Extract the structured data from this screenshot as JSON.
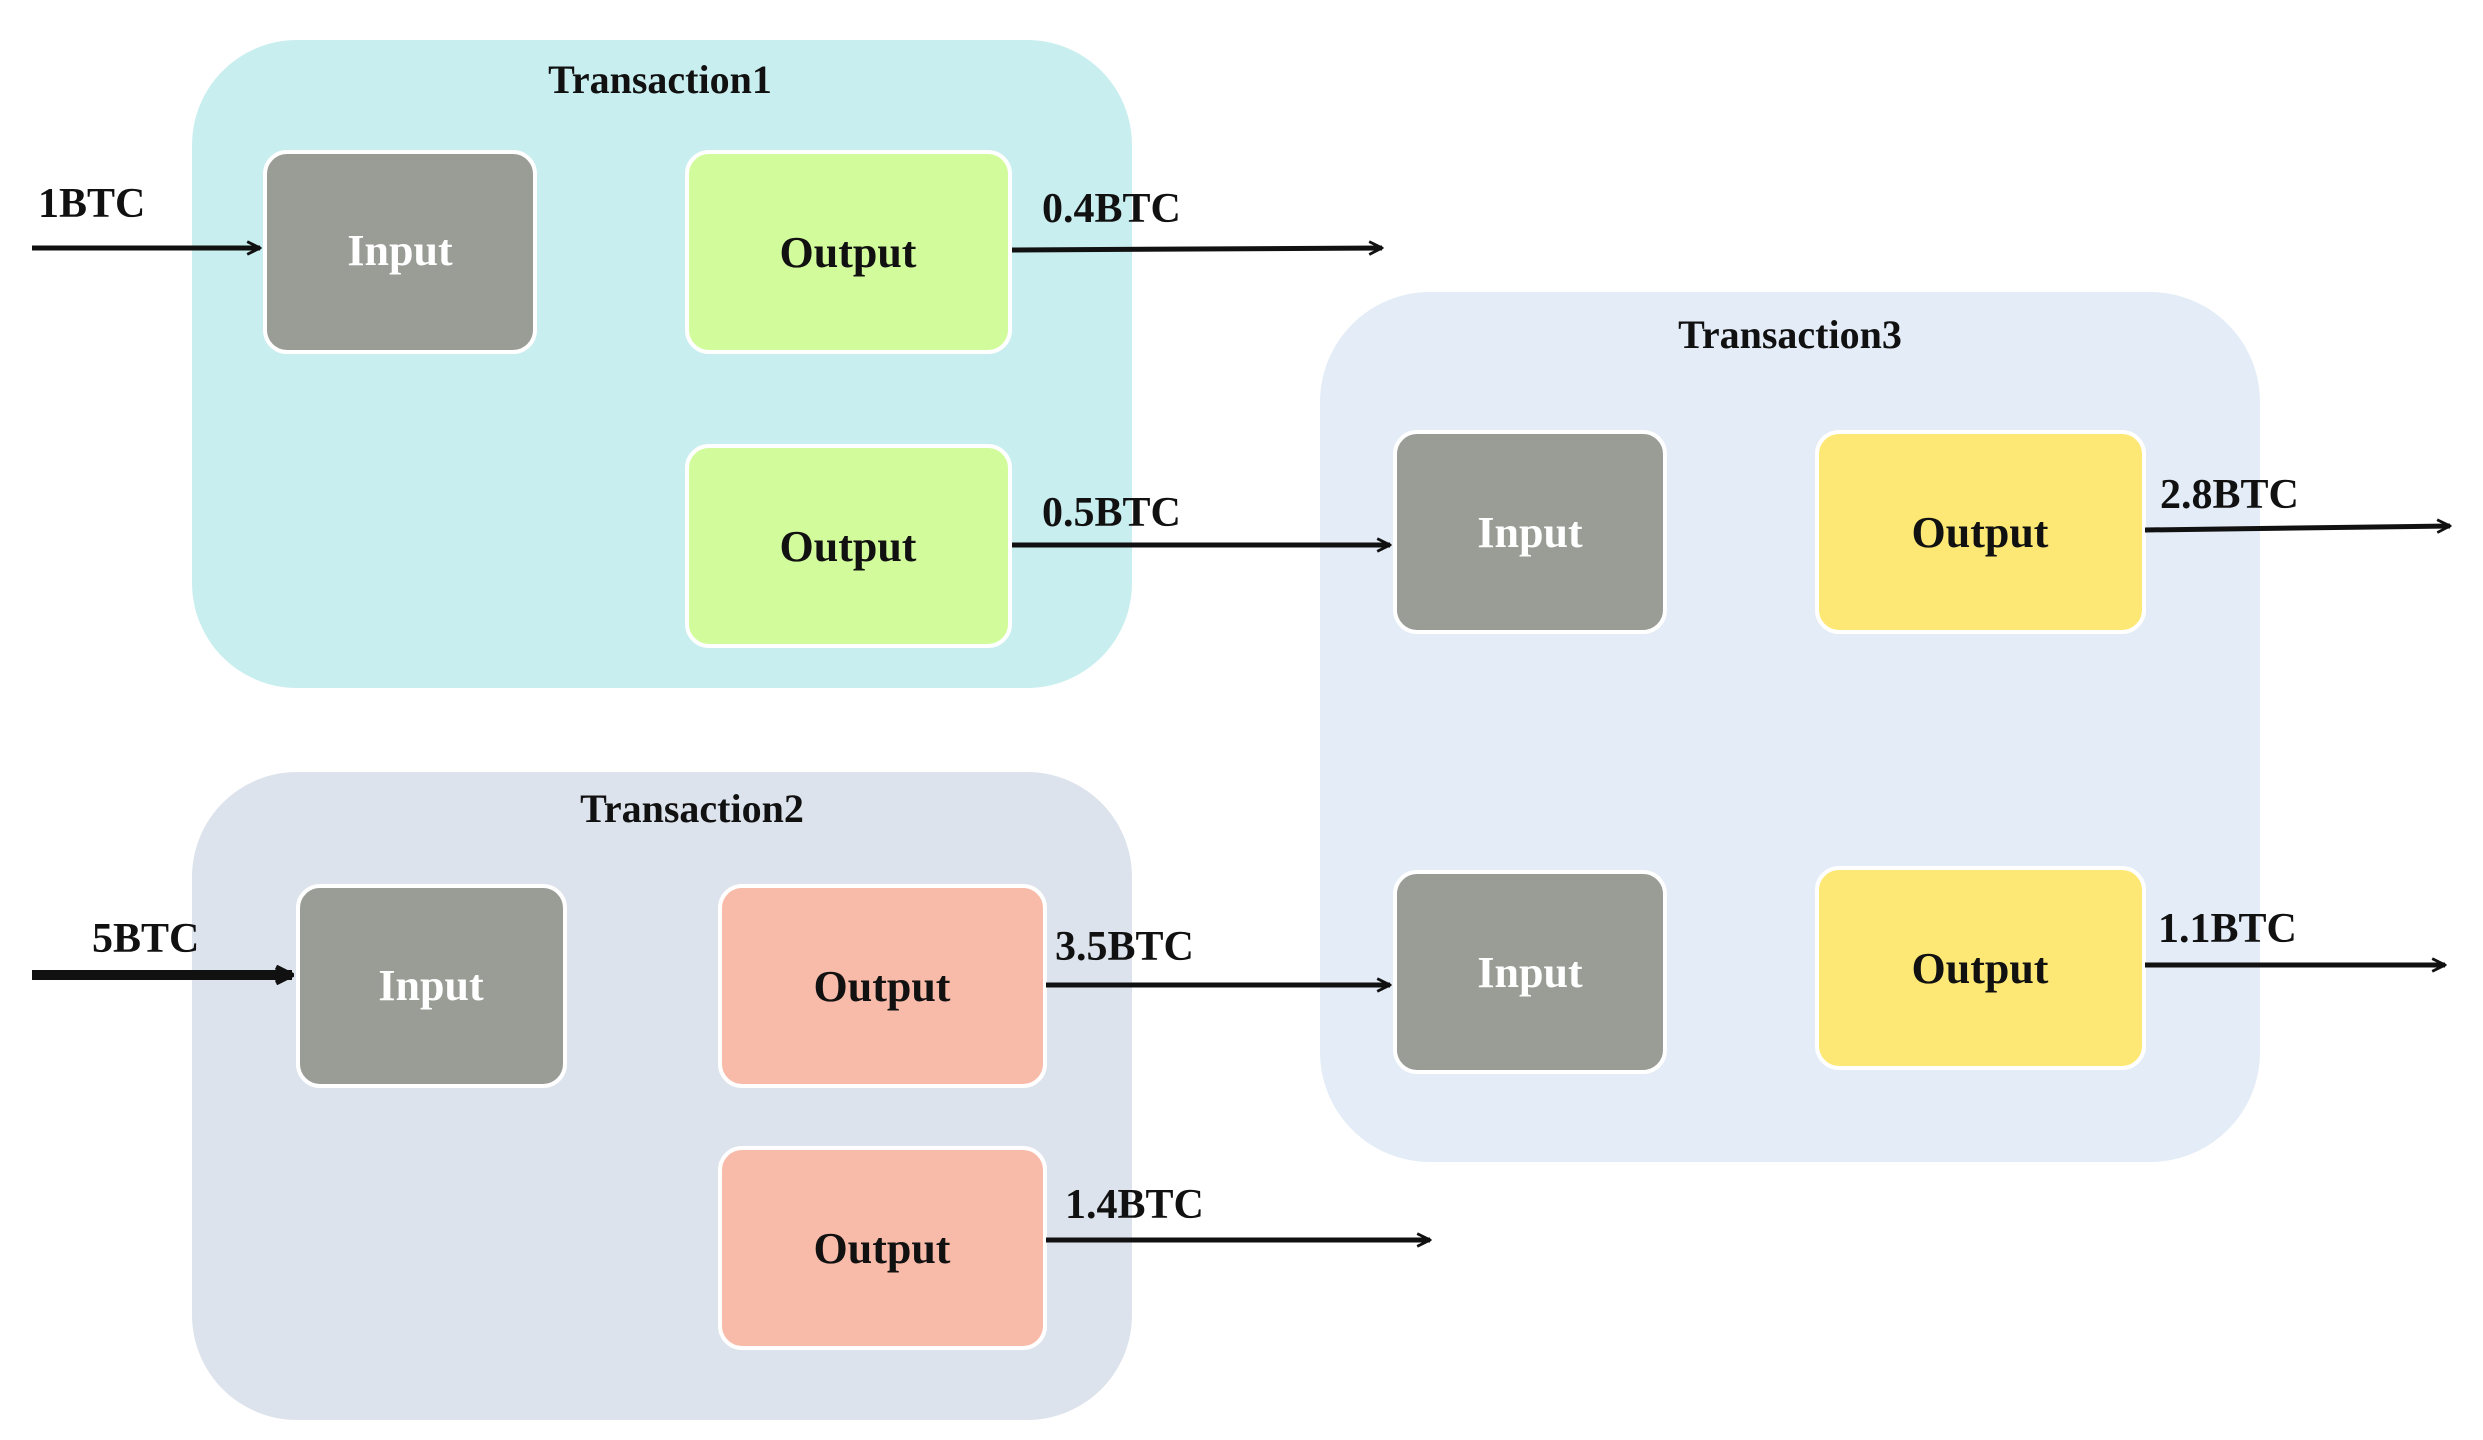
{
  "transactions": [
    {
      "title": "Transaction1",
      "color": "#c9eef0"
    },
    {
      "title": "Transaction2",
      "color": "#dde3ec"
    },
    {
      "title": "Transaction3",
      "color": "#e3ecf7"
    }
  ],
  "boxes": {
    "t1_input": {
      "label": "Input",
      "color": "#9a9c96",
      "text_color": "#ffffff"
    },
    "t1_output_1": {
      "label": "Output",
      "color": "#d2fb9c",
      "text_color": "#111111"
    },
    "t1_output_2": {
      "label": "Output",
      "color": "#d2fb9c",
      "text_color": "#111111"
    },
    "t2_input": {
      "label": "Input",
      "color": "#9a9c96",
      "text_color": "#ffffff"
    },
    "t2_output_1": {
      "label": "Output",
      "color": "#f9bba9",
      "text_color": "#111111"
    },
    "t2_output_2": {
      "label": "Output",
      "color": "#f9bba9",
      "text_color": "#111111"
    },
    "t3_input_1": {
      "label": "Input",
      "color": "#9a9c96",
      "text_color": "#ffffff"
    },
    "t3_input_2": {
      "label": "Input",
      "color": "#9a9c96",
      "text_color": "#ffffff"
    },
    "t3_output_1": {
      "label": "Output",
      "color": "#fde875",
      "text_color": "#111111"
    },
    "t3_output_2": {
      "label": "Output",
      "color": "#fde875",
      "text_color": "#111111"
    }
  },
  "amounts": {
    "t1_in": "1BTC",
    "t1_out_1": "0.4BTC",
    "t1_out_2": "0.5BTC",
    "t2_in": "5BTC",
    "t2_out_1": "3.5BTC",
    "t2_out_2": "1.4BTC",
    "t3_out_1": "2.8BTC",
    "t3_out_2": "1.1BTC"
  }
}
